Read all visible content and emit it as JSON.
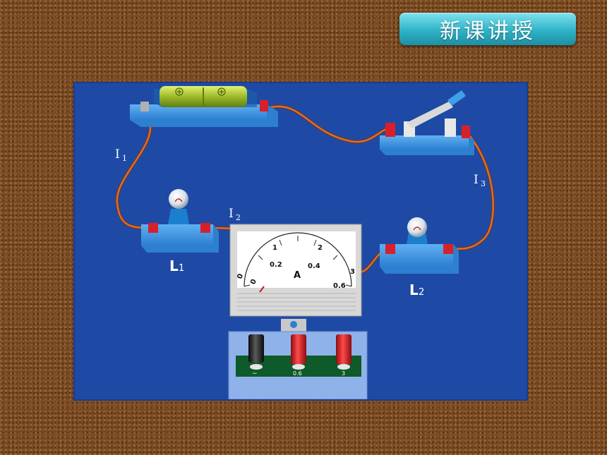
{
  "header": {
    "title": "新课讲授"
  },
  "labels": {
    "current_1_letter": "I",
    "current_1_sub": "1",
    "current_2_letter": "I",
    "current_2_sub": "2",
    "current_3_letter": "I",
    "current_3_sub": "3",
    "lamp_1_letter": "L",
    "lamp_1_sub": "1",
    "lamp_2_letter": "L",
    "lamp_2_sub": "2"
  },
  "ammeter": {
    "unit": "A",
    "upper_scale": [
      "0",
      "1",
      "2",
      "3"
    ],
    "lower_scale": [
      "0",
      "0.2",
      "0.4",
      "0.6"
    ],
    "terminals": [
      "−",
      "0.6",
      "3"
    ],
    "reading": 0
  },
  "colors": {
    "panel": "#1e4aa6",
    "wire": "#c8642a",
    "title_badge": "#2fb3c7",
    "terminal_red": "#d8202a"
  }
}
